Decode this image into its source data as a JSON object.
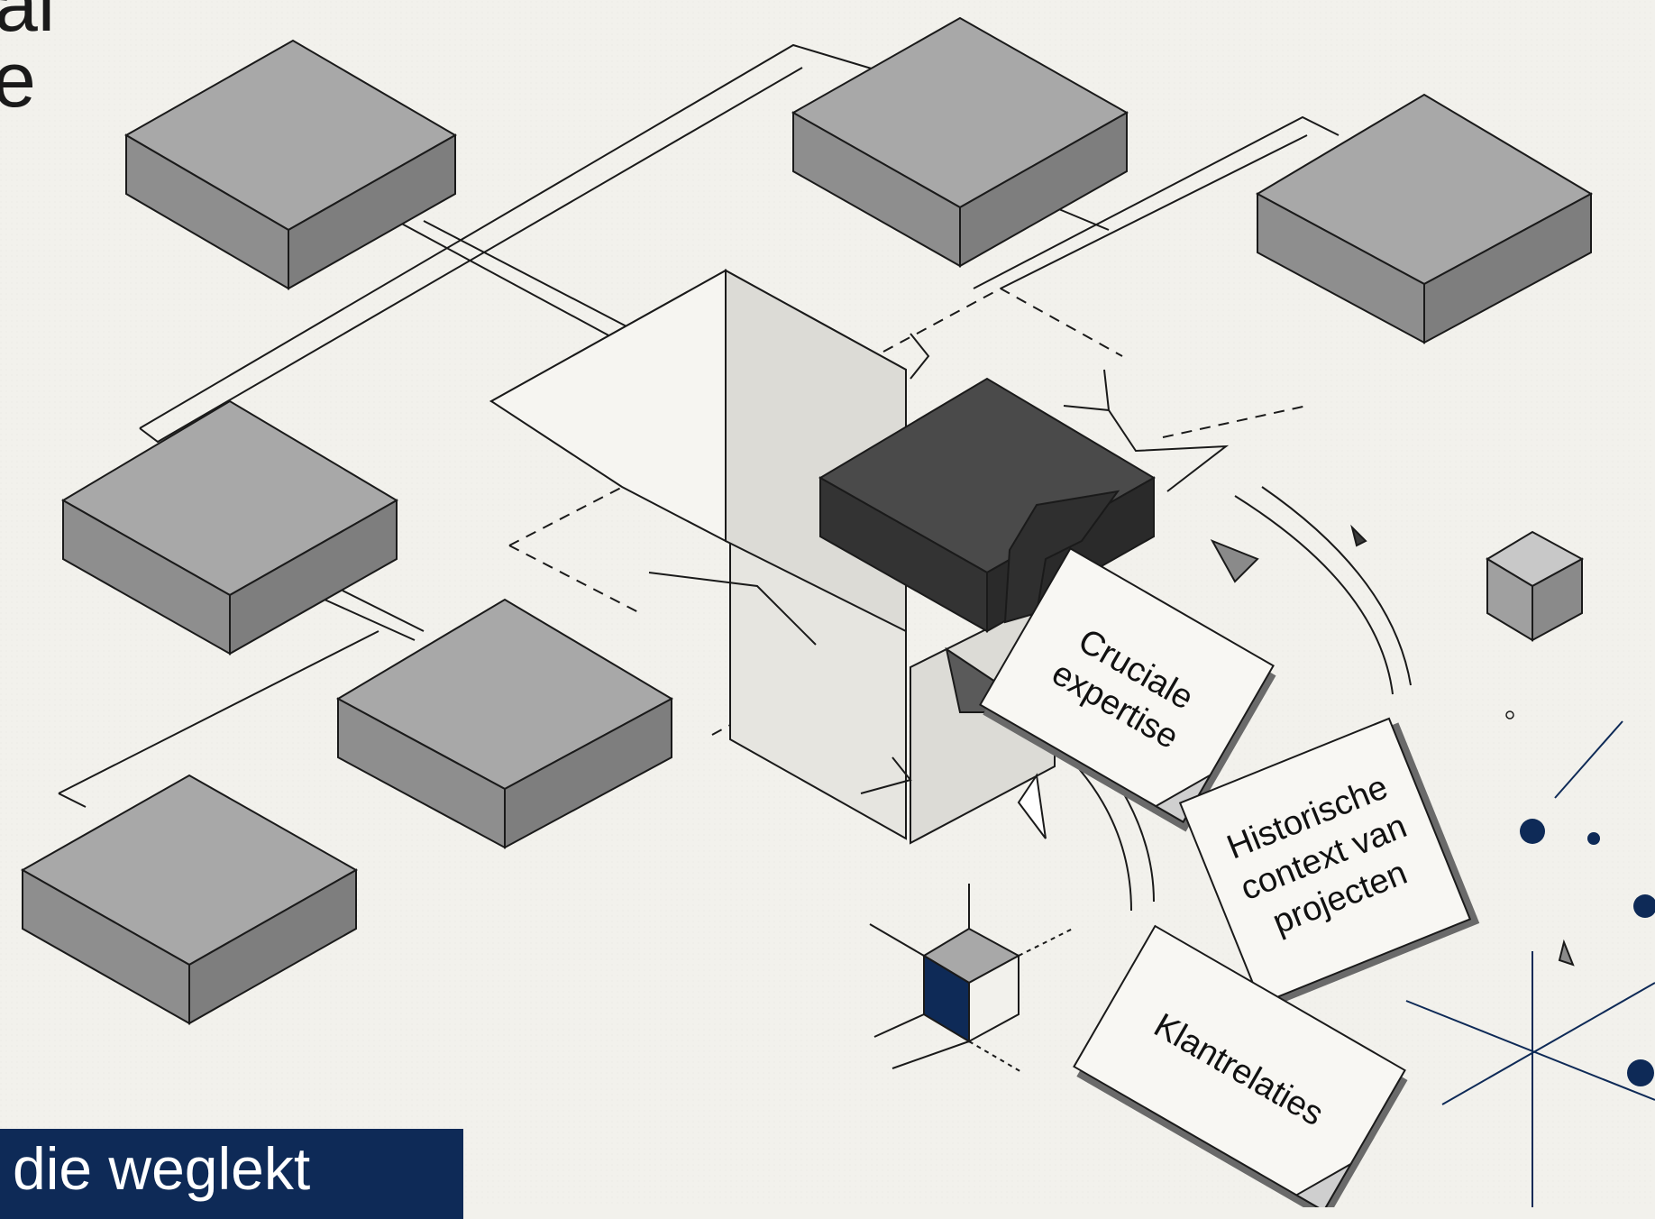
{
  "text_fragments": {
    "top": "al",
    "middle": "e"
  },
  "banner": {
    "text": "die weglekt",
    "color": "#0e2a57"
  },
  "notes": {
    "expertise": [
      "Cruciale",
      "expertise"
    ],
    "historic": [
      "Historische",
      "context van",
      "projecten"
    ],
    "clients": [
      "Klantrelaties"
    ]
  },
  "colors": {
    "background": "#f2f1ec",
    "block": "#9a9a9a",
    "broken_block": "#3a3a3a",
    "accent": "#0e2a57"
  }
}
